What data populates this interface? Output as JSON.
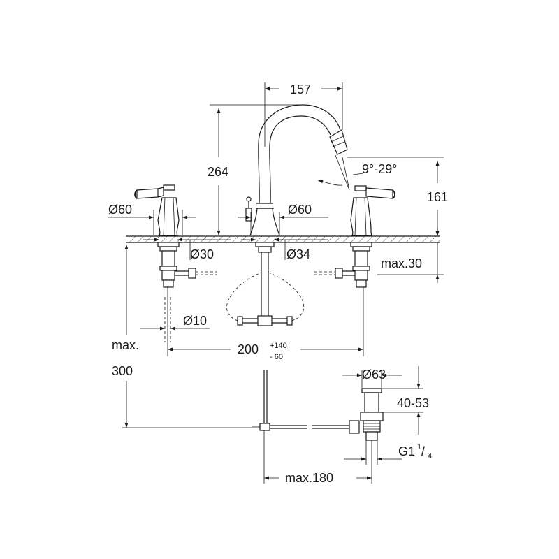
{
  "dimensions": {
    "spout_reach": "157",
    "angle": "9°-29°",
    "height_total": "264",
    "height_spout": "161",
    "dia_handle_left": "Ø60",
    "dia_spout": "Ø60",
    "dia_left_shank": "Ø30",
    "dia_spout_shank": "Ø34",
    "max_counter": "max.30",
    "dia_pipe": "Ø10",
    "max_label": "max.",
    "max_value": "300",
    "spread_base": "200",
    "spread_plus": "+140",
    "spread_minus": "- 60",
    "dia_drain": "Ø63",
    "drain_range": "40-53",
    "thread_main": "G1",
    "thread_sup": "1",
    "thread_sub": "4",
    "max_rod": "max.180"
  }
}
